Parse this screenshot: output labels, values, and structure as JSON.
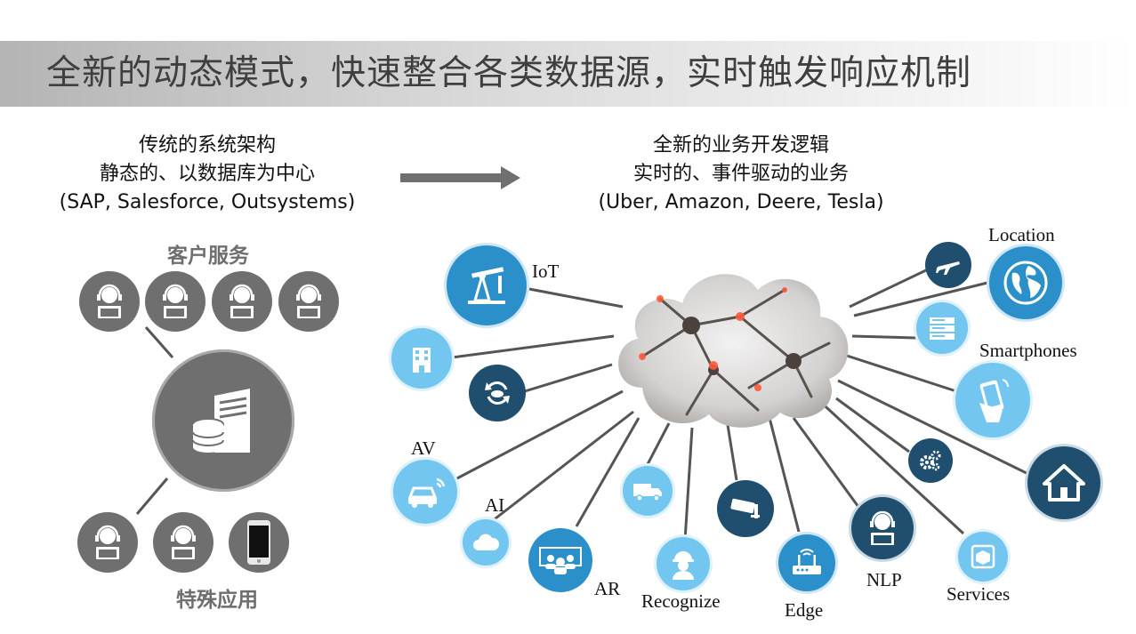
{
  "title": "全新的动态模式，快速整合各类数据源，实时触发响应机制",
  "left": {
    "lines": [
      "传统的系统架构",
      "静态的、以数据库为中心",
      "(SAP, Salesforce, Outsystems)"
    ],
    "top_label": "客户服务",
    "bottom_label": "特殊应用"
  },
  "right": {
    "lines": [
      "全新的业务开发逻辑",
      "实时的、事件驱动的业务",
      "(Uber, Amazon, Deere, Tesla)"
    ]
  },
  "nodes": {
    "iot": "IoT",
    "av": "AV",
    "ai": "AI",
    "ar": "AR",
    "recognize": "Recognize",
    "edge": "Edge",
    "nlp": "NLP",
    "services": "Services",
    "location": "Location",
    "smartphones": "Smartphones"
  },
  "colors": {
    "dark_blue": "#1f4e6e",
    "mid_blue": "#2b8fc9",
    "light_blue": "#73c6ef",
    "gray": "#6f6f6f",
    "title_text": "#3f3f3f"
  }
}
